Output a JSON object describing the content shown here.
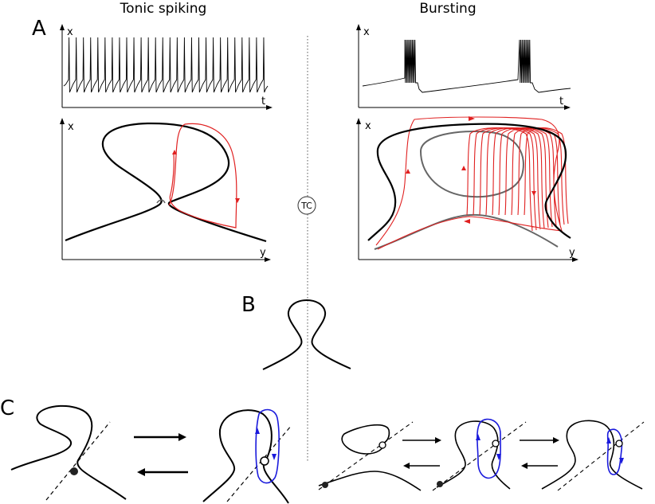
{
  "panels": {
    "A": "A",
    "B": "B",
    "C": "C"
  },
  "columns": {
    "left": "Tonic spiking",
    "right": "Bursting"
  },
  "axes": {
    "x": "x",
    "t": "t",
    "y": "y"
  },
  "divider_label": "TC",
  "colors": {
    "curve": "#000000",
    "trajectory": "#e02020",
    "limit_cycle": "#555555",
    "cycle_blue": "#1a1adc"
  }
}
